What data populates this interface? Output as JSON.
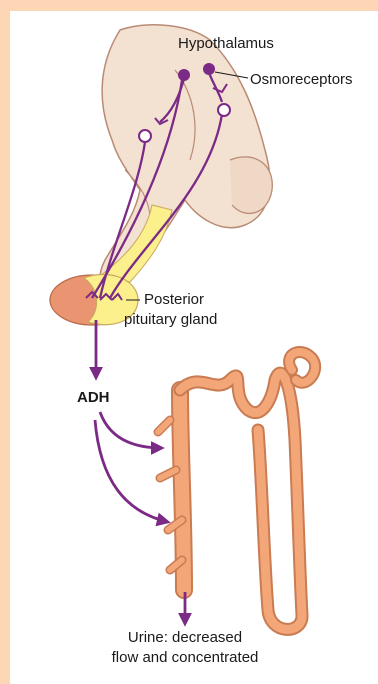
{
  "labels": {
    "hypothalamus": "Hypothalamus",
    "osmoreceptors": "Osmoreceptors",
    "posterior_line1": "Posterior",
    "posterior_line2": "pituitary gland",
    "adh": "ADH",
    "urine_line1": "Urine: decreased",
    "urine_line2": "flow and concentrated"
  },
  "colors": {
    "border": "#fcd6b5",
    "neuron": "#7b2a86",
    "brain_tissue": "#f3e1d2",
    "brain_outline": "#b98b74",
    "pituitary_posterior": "#fbf08c",
    "pituitary_anterior": "#ea9472",
    "tubule": "#f3a779",
    "tubule_outline": "#c97b52",
    "arrow": "#7b2a86"
  }
}
